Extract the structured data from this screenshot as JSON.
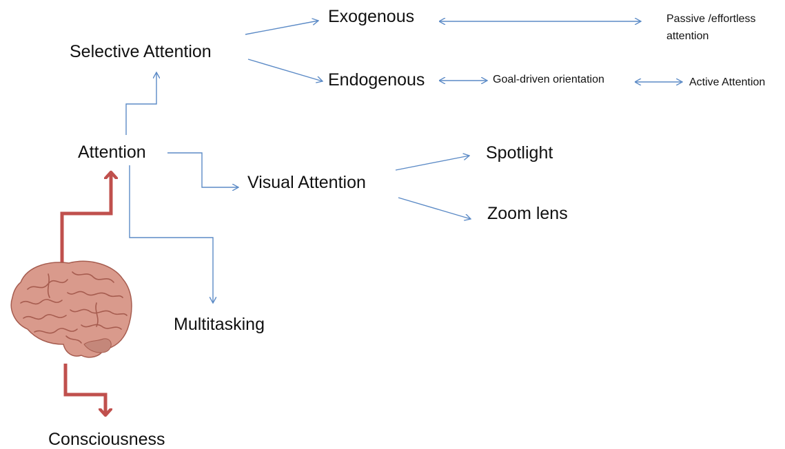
{
  "nodes": {
    "selective_attention": "Selective Attention",
    "exogenous": "Exogenous",
    "endogenous": "Endogenous",
    "passive_line1": "Passive /effortless",
    "passive_line2": "attention",
    "goal_driven": "Goal-driven orientation",
    "active_attention": "Active Attention",
    "attention": "Attention",
    "visual_attention": "Visual Attention",
    "spotlight": "Spotlight",
    "zoom_lens": "Zoom lens",
    "multitasking": "Multitasking",
    "consciousness": "Consciousness"
  },
  "colors": {
    "arrow_blue": "#5b8ac6",
    "arrow_red": "#c0504d",
    "brain_base": "#d99a8c",
    "brain_fold": "#a65c4f",
    "text": "#111111"
  },
  "icons": {
    "brain": "brain-icon"
  }
}
